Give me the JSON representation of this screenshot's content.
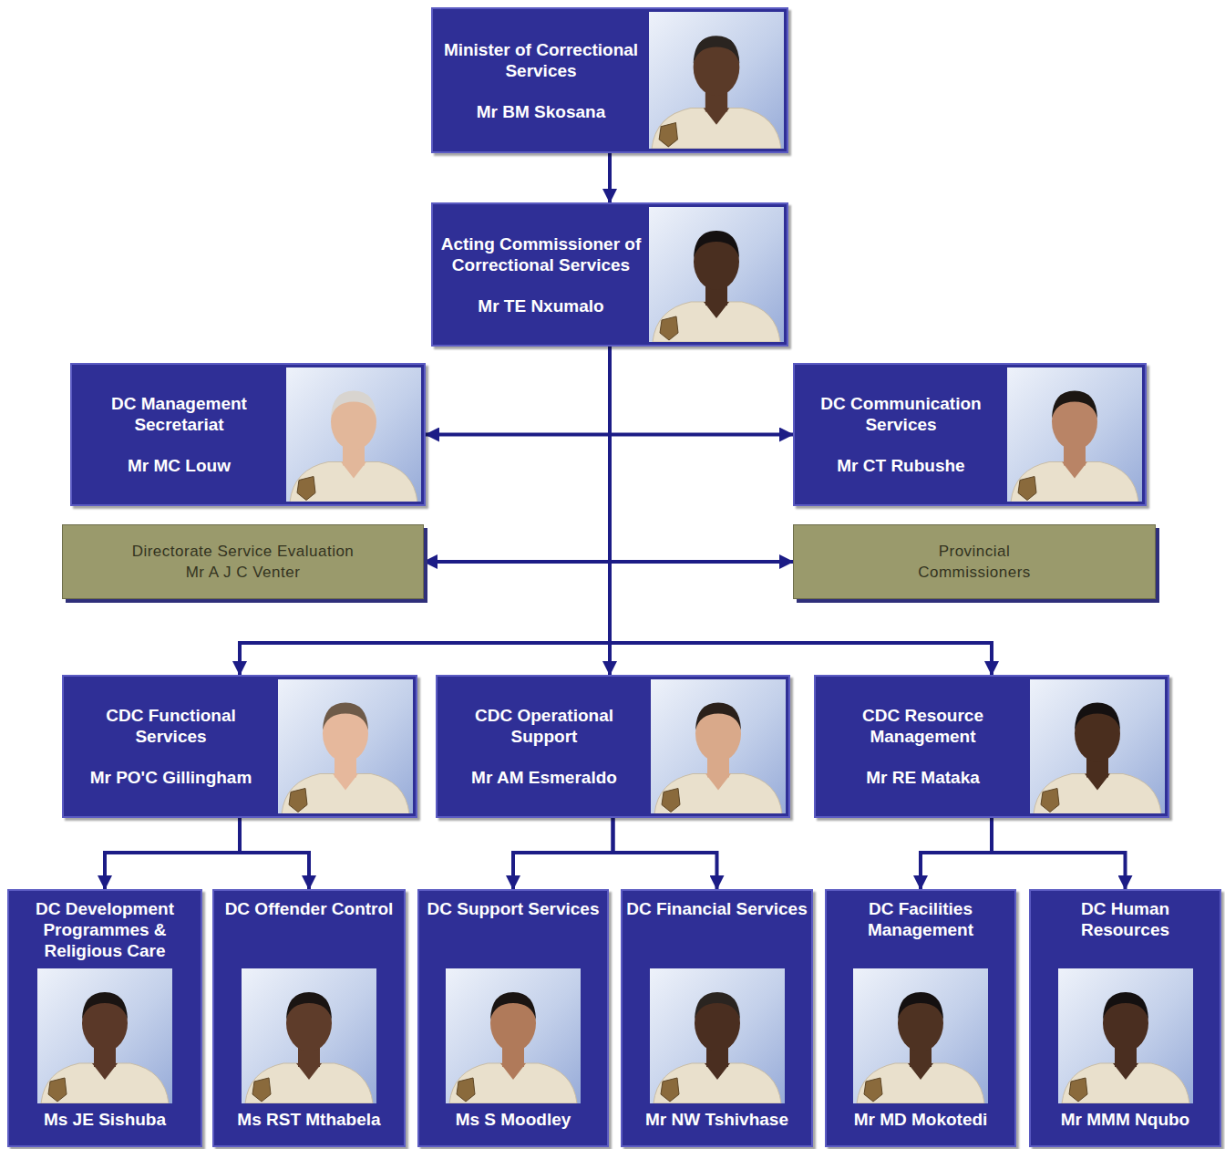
{
  "diagram": {
    "nodes": [
      {
        "text": [
          "Minister of Correctional Services",
          "Mr BM Skosana"
        ]
      },
      {
        "text": [
          "Acting Commissioner of Correctional Services",
          "Mr TE Nxumalo"
        ]
      },
      {
        "text": [
          "DC Management Secretariat",
          "Mr MC Louw"
        ]
      },
      {
        "text": [
          "DC Communication Services",
          "Mr CT Rubushe"
        ]
      },
      {
        "text": [
          "Directorate Service Evaluation",
          "Mr A J C Venter"
        ]
      },
      {
        "text": [
          "Provincial Commissioners"
        ]
      },
      {
        "text": [
          "CDC Functional Services",
          "Mr PO'C Gillingham"
        ]
      },
      {
        "text": [
          "CDC Operational Support",
          "Mr AM Esmeraldo"
        ]
      },
      {
        "text": [
          "CDC Resource Management",
          "Mr RE Mataka"
        ]
      },
      {
        "text": [
          "DC Development Programmes & Religious Care",
          "Ms JE Sishuba"
        ]
      },
      {
        "text": [
          "DC Offender Control",
          "Ms RST Mthabela"
        ]
      },
      {
        "text": [
          "DC Support Services",
          "Ms S Moodley"
        ]
      },
      {
        "text": [
          "DC Financial Services",
          "Mr NW Tshivhase"
        ]
      },
      {
        "text": [
          "DC Facilities Management",
          "Mr MD Mokotedi"
        ]
      },
      {
        "text": [
          "DC Human Resources",
          "Mr MMM Nqubo"
        ]
      }
    ],
    "edges": [
      {
        "from": 0,
        "to": 1,
        "arrow": "to"
      },
      {
        "from": 1,
        "to": 2,
        "arrow": "to"
      },
      {
        "from": 1,
        "to": 3,
        "arrow": "to"
      },
      {
        "from": 1,
        "to": 4,
        "arrow": "to"
      },
      {
        "from": 1,
        "to": 5,
        "arrow": "to"
      },
      {
        "from": 1,
        "to": 6,
        "arrow": "to"
      },
      {
        "from": 1,
        "to": 7,
        "arrow": "to"
      },
      {
        "from": 1,
        "to": 8,
        "arrow": "to"
      },
      {
        "from": 6,
        "to": 9,
        "arrow": "to"
      },
      {
        "from": 6,
        "to": 10,
        "arrow": "to"
      },
      {
        "from": 7,
        "to": 11,
        "arrow": "to"
      },
      {
        "from": 7,
        "to": 12,
        "arrow": "to"
      },
      {
        "from": 8,
        "to": 13,
        "arrow": "to"
      },
      {
        "from": 8,
        "to": 14,
        "arrow": "to"
      }
    ]
  }
}
